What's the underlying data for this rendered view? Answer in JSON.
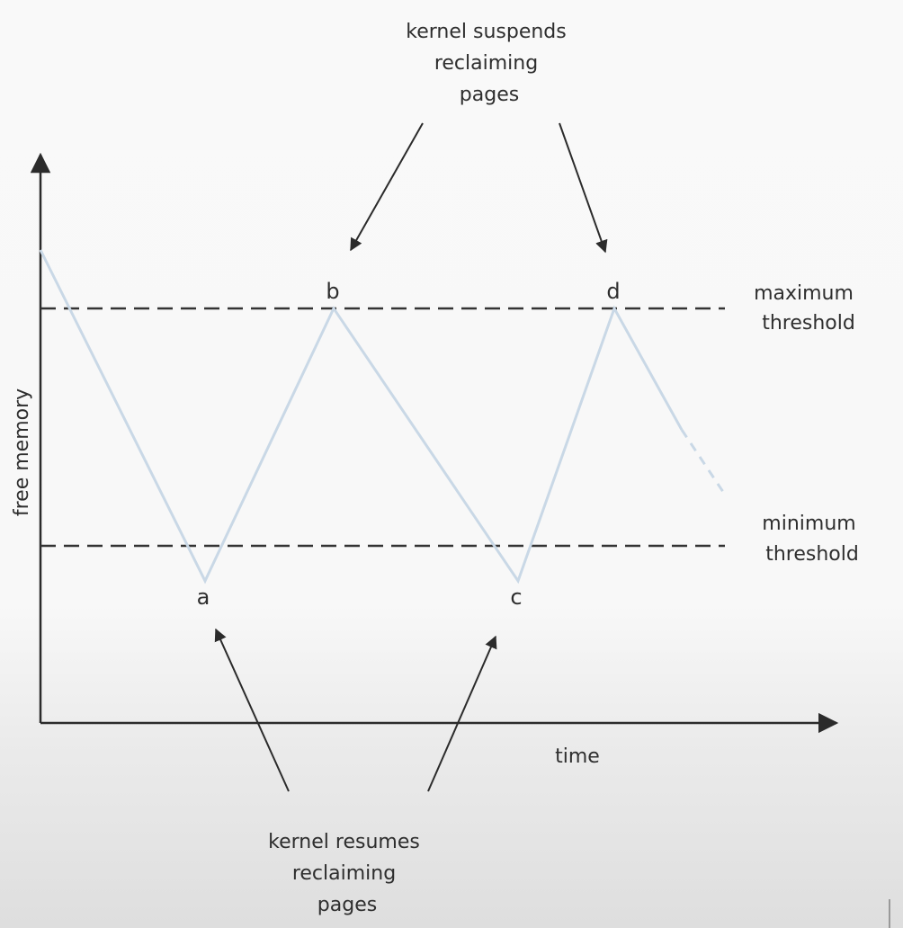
{
  "y_axis_label": "free memory",
  "x_axis_label": "time",
  "points": {
    "a": "a",
    "b": "b",
    "c": "c",
    "d": "d"
  },
  "thresholds": {
    "maximum": [
      "maximum",
      "threshold"
    ],
    "minimum": [
      "minimum",
      "threshold"
    ]
  },
  "annotations": {
    "suspend": [
      "kernel suspends",
      "reclaiming",
      "pages"
    ],
    "resume": [
      "kernel resumes",
      "reclaiming",
      "pages"
    ]
  },
  "colors": {
    "line": "#c9d8e6",
    "ink": "#2b2b2b",
    "background": "#f8f8f8"
  }
}
